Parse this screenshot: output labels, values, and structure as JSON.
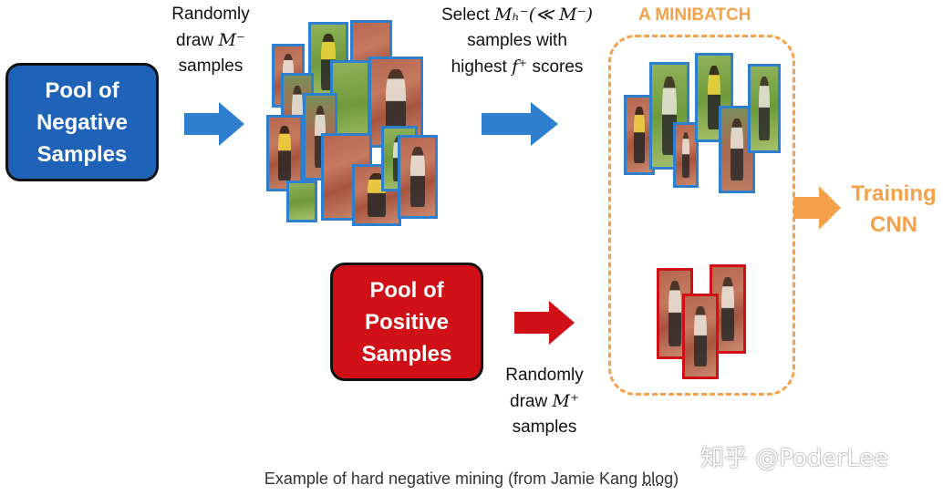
{
  "negative_pool": {
    "line1": "Pool of",
    "line2": "Negative",
    "line3": "Samples"
  },
  "positive_pool": {
    "line1": "Pool of",
    "line2": "Positive",
    "line3": "Samples"
  },
  "draw_negative": {
    "line1": "Randomly",
    "line2_prefix": "draw ",
    "line2_math": "M⁻",
    "line3": "samples"
  },
  "select_hard": {
    "line1_prefix": "Select ",
    "line1_math": "Mₕ⁻(≪ M⁻)",
    "line2": "samples with",
    "line3_prefix": "highest ",
    "line3_math": "f⁺",
    "line3_suffix": " scores"
  },
  "draw_positive": {
    "line1": "Randomly",
    "line2_prefix": "draw ",
    "line2_math": "M⁺",
    "line3": "samples"
  },
  "minibatch_title": "A MINIBATCH",
  "training": {
    "line1": "Training",
    "line2": "CNN"
  },
  "caption": {
    "text": "Example of hard negative mining (from Jamie Kang ",
    "link": "blog",
    "suffix": ")"
  },
  "watermark": "知乎 @PoderLee",
  "colors": {
    "negative": "#1e63b8",
    "positive": "#d01016",
    "accent": "#f5a14a",
    "blue_arrow": "#2f7fcf",
    "red_arrow": "#d01016"
  }
}
